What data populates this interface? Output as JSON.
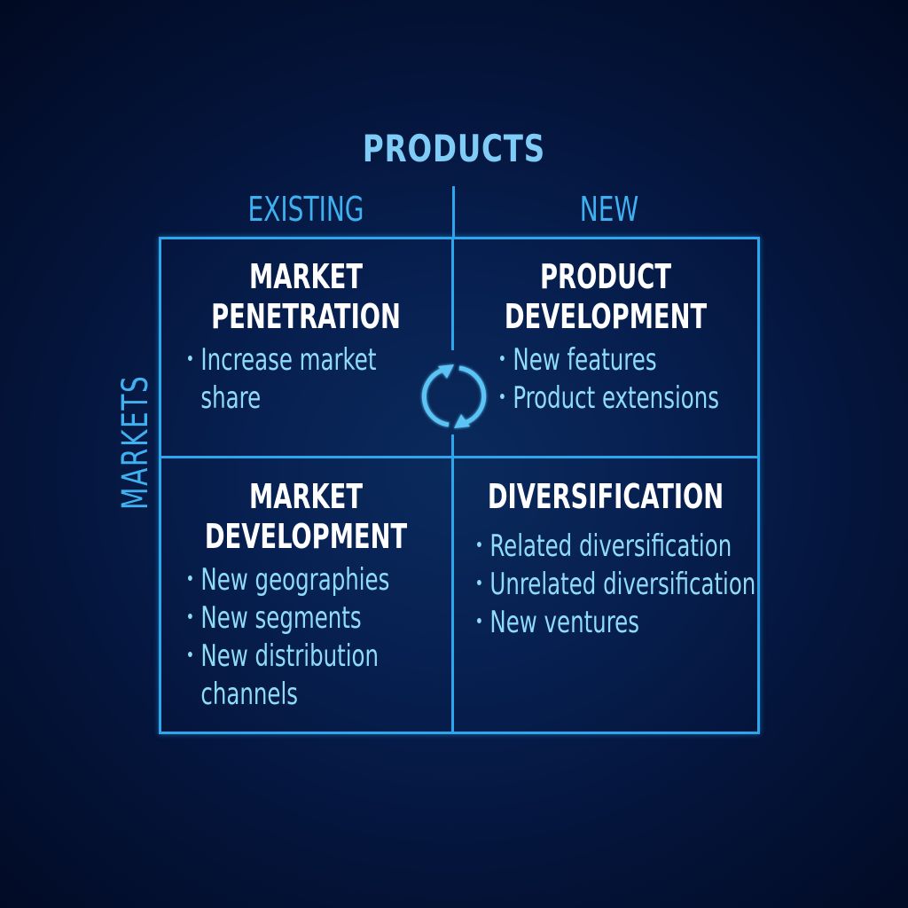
{
  "header": {
    "axis_title": "PRODUCTS",
    "columns": [
      "EXISTING",
      "NEW"
    ]
  },
  "side": {
    "axis_title": "MARKETS"
  },
  "quadrants": {
    "market_penetration": {
      "title_lines": [
        "MARKET",
        "PENETRATION"
      ],
      "items": [
        "Increase market",
        "share"
      ]
    },
    "product_development": {
      "title_lines": [
        "PRODUCT",
        "DEVELOPMENT"
      ],
      "items": [
        "New features",
        "Product extensions"
      ]
    },
    "market_development": {
      "title_lines": [
        "MARKET",
        "DEVELOPMENT"
      ],
      "items": [
        "New geographies",
        "New segments",
        "New distribution",
        "channels"
      ]
    },
    "diversification": {
      "title_lines": [
        "DIVERSIFICATION"
      ],
      "items": [
        "Related diversification",
        "Unrelated diversification",
        "New ventures"
      ]
    }
  },
  "center_icon": "cycle-arrows-icon",
  "colors": {
    "background": "#04143a",
    "grid_line": "#2da6ee",
    "axis_label": "#3fb0f0",
    "title_text": "#ffffff",
    "bullet_text": "#8fdcf8"
  }
}
